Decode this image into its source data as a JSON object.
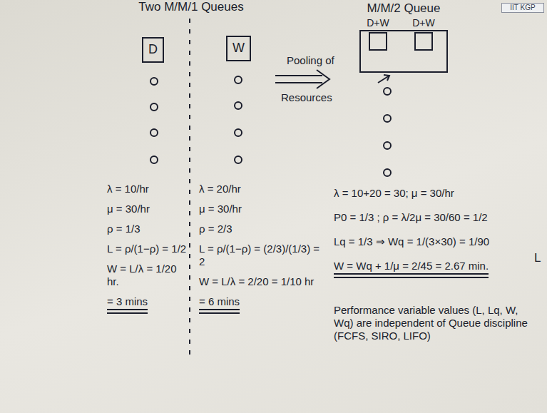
{
  "diagram": {
    "nodes": [
      {
        "text": [
          "D"
        ]
      },
      {
        "text": [
          "W"
        ]
      },
      {
        "text": [
          "M/M/2 Queue"
        ]
      },
      {
        "text": [
          "D+W"
        ],
        "in": 2
      },
      {
        "text": [
          "D+W"
        ],
        "in": 2
      }
    ],
    "labels": [
      "Two M/M/1 Queues",
      "IIT KGP",
      "Pooling of",
      "Resources",
      "λ = 10/hr",
      "μ = 30/hr",
      "ρ = 1/3",
      "L = ρ/(1−ρ) = 1/2",
      "W = L/λ = 1/20 hr.",
      "= 3 mins",
      "λ = 20/hr",
      "μ = 30/hr",
      "ρ = 2/3",
      "L = ρ/(1−ρ) = (2/3)/(1/3) = 2",
      "W = L/λ = 2/20 = 1/10 hr",
      "= 6 mins",
      "λ = 10+20 = 30; μ = 30/hr",
      "P0 = 1/3 ; ρ = λ/2μ = 30/60 = 1/2",
      "Lq = 1/3 ⇒ Wq = 1/(3×30) = 1/90",
      "W = Wq + 1/μ = 2/45 = 2.67 min.",
      "Performance variable values (L, Lq, W, Wq) are independent of Queue discipline (FCFS, SIRO, LIFO)",
      "L"
    ]
  }
}
